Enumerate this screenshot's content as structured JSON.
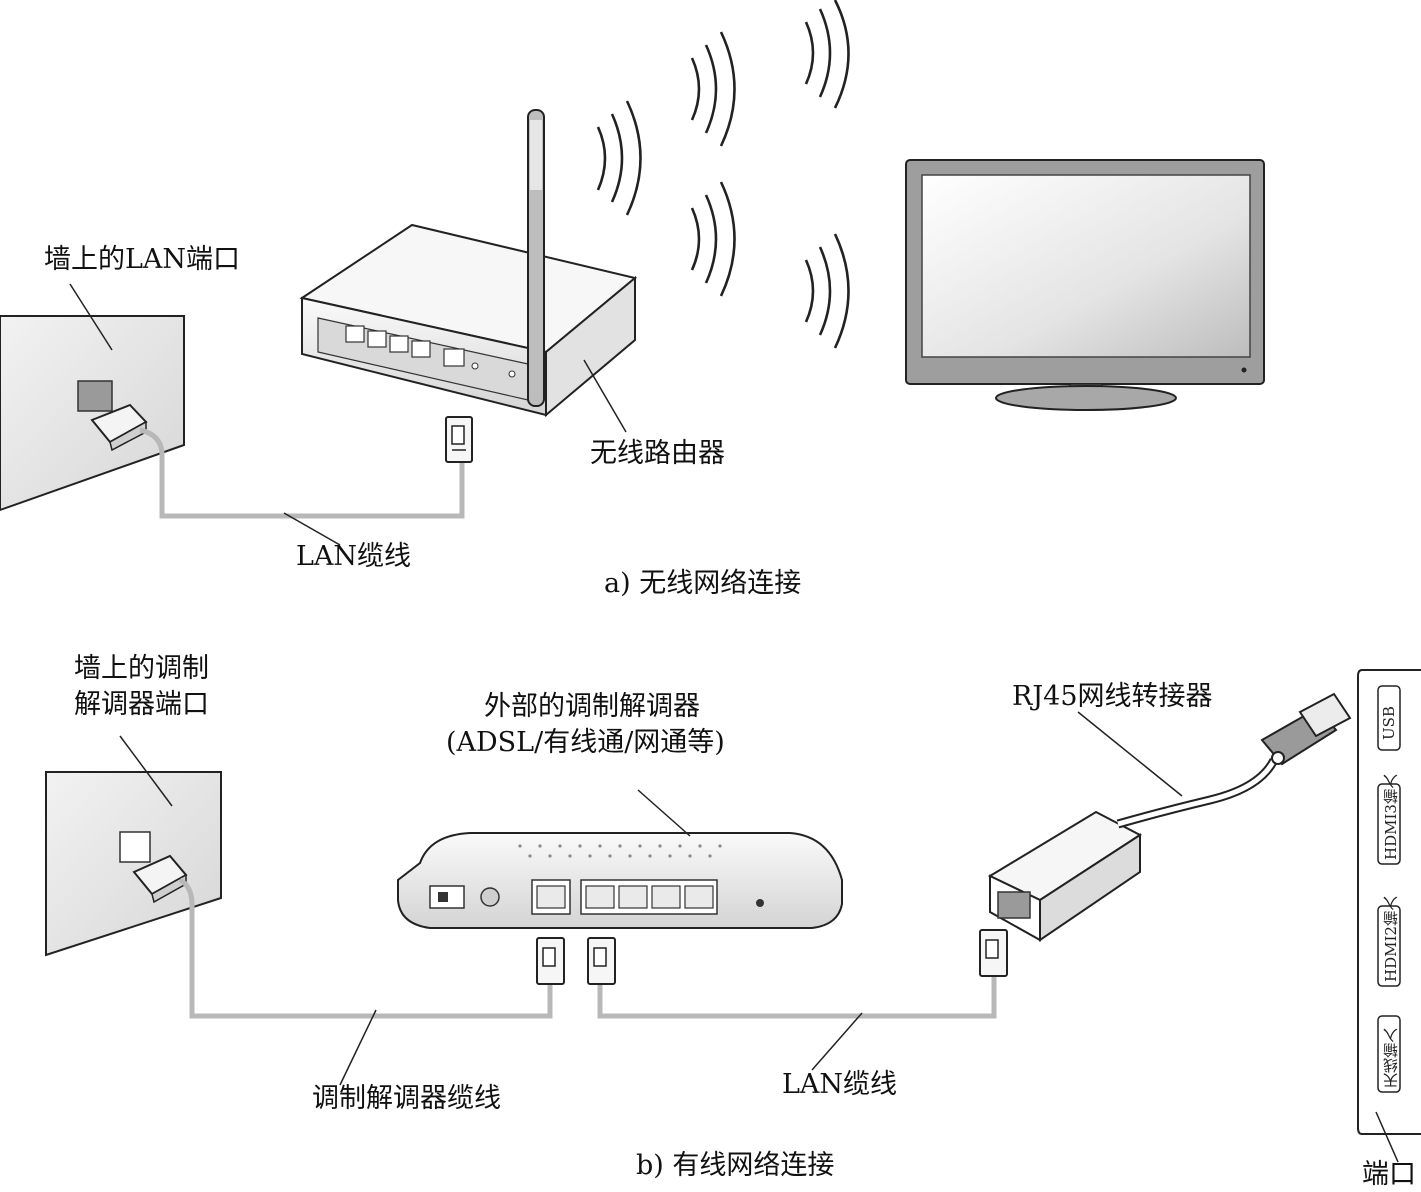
{
  "top": {
    "wall_port_label": "墙上的LAN端口",
    "router_label": "无线路由器",
    "cable_label": "LAN缆线",
    "caption": "a) 无线网络连接"
  },
  "bottom": {
    "wall_port_label_line1": "墙上的调制",
    "wall_port_label_line2": "解调器端口",
    "modem_label_line1": "外部的调制解调器",
    "modem_label_line2": "(ADSL/有线通/网通等)",
    "adapter_label": "RJ45网线转接器",
    "modem_cable_label": "调制解调器缆线",
    "lan_cable_label": "LAN缆线",
    "caption": "b) 有线网络连接",
    "tv_ports": [
      "USB",
      "HDMI3输入",
      "HDMI2输入",
      "天线输入"
    ],
    "ports_label": "端口"
  },
  "colors": {
    "cable": "#b8b8b8",
    "wall": "#e8e8e8",
    "device": "#efefef",
    "outline": "#222222"
  }
}
